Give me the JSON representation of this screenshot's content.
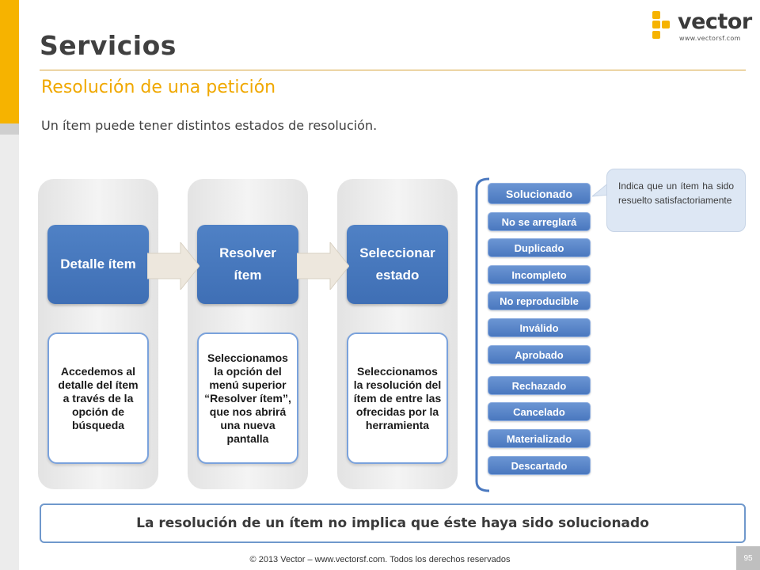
{
  "header": {
    "title": "Servicios",
    "subtitle": "Resolución de una petición"
  },
  "logo": {
    "word": "vector",
    "url": "www.vectorsf.com",
    "color": "#f6b300"
  },
  "intro": "Un ítem puede tener distintos estados de resolución.",
  "steps": [
    {
      "label": "Detalle ítem",
      "description": "Accedemos al detalle del ítem a través de la opción de búsqueda"
    },
    {
      "label": "Resolver ítem",
      "description": "Seleccionamos la opción del menú superior “Resolver ítem”, que nos abrirá una nueva pantalla"
    },
    {
      "label": "Seleccionar estado",
      "description": "Seleccionamos la resolución del ítem de entre las ofrecidas por la herramienta"
    }
  ],
  "statuses": [
    "Solucionado",
    "No se arreglará",
    "Duplicado",
    "Incompleto",
    "No reproducible",
    "Inválido",
    "Aprobado",
    "Rechazado",
    "Cancelado",
    "Materializado",
    "Descartado"
  ],
  "callout": "Indica que un ítem ha sido resuelto satisfactoriamente",
  "conclusion": "La resolución de un ítem no implica que éste haya sido solucionado",
  "footer": "© 2013 Vector – www.vectorsf.com. Todos los derechos reservados",
  "page_number": "95",
  "colors": {
    "accent_yellow": "#f6b300",
    "subtitle_orange": "#f0a800",
    "step_blue": "#4a78bf",
    "bracket_blue": "#4a78bf"
  }
}
